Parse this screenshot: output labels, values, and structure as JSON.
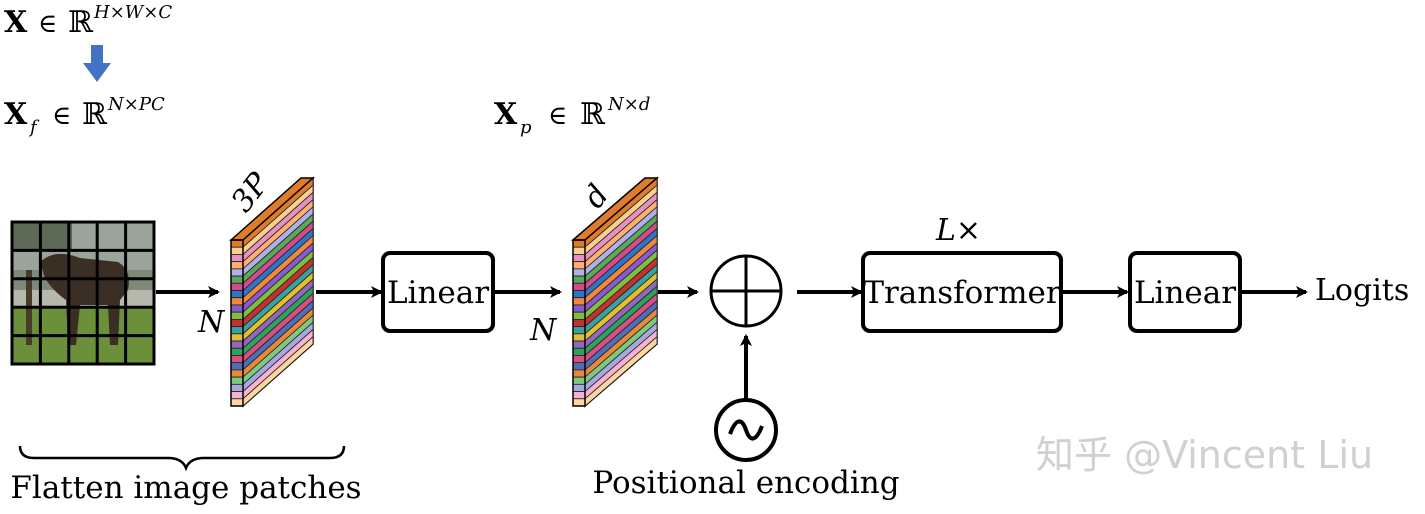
{
  "formulas": {
    "input": {
      "base": "X",
      "rel": "∈",
      "field": "ℝ",
      "sup": "H×W×C"
    },
    "flattened": {
      "base": "X",
      "sub": "f",
      "rel": "∈",
      "field": "ℝ",
      "sup": "N×PC"
    },
    "projected": {
      "base": "X",
      "sub": "p",
      "rel": "∈",
      "field": "ℝ",
      "sup": "N×d"
    }
  },
  "labels": {
    "patch_dim": "3P",
    "n_first": "N",
    "proj_dim": "d",
    "n_second": "N",
    "repeat": "L×",
    "logits": "Logits",
    "flatten": "Flatten image patches",
    "positional": "Positional encoding"
  },
  "blocks": {
    "linear1": "Linear",
    "transformer": "Transformer",
    "linear2": "Linear"
  },
  "watermark": "知乎 @Vincent Liu",
  "colors": {
    "arrow_down": "#4472c4",
    "grass": "#6b8f3a",
    "stripes": [
      "#fdd5a0",
      "#f7b2d0",
      "#a8a8e0",
      "#7fc97f",
      "#e8883a",
      "#4e6fb8",
      "#d94f82",
      "#2ca25f",
      "#9467bd",
      "#e0c030",
      "#3aa0a0",
      "#c53030",
      "#7fbf3f",
      "#8a5ad0",
      "#f08a3a",
      "#2f74c8",
      "#d44a8a",
      "#5aa85a",
      "#b0b0e8",
      "#ffb070",
      "#e890c0",
      "#f5d090",
      "#e07b2a"
    ]
  }
}
